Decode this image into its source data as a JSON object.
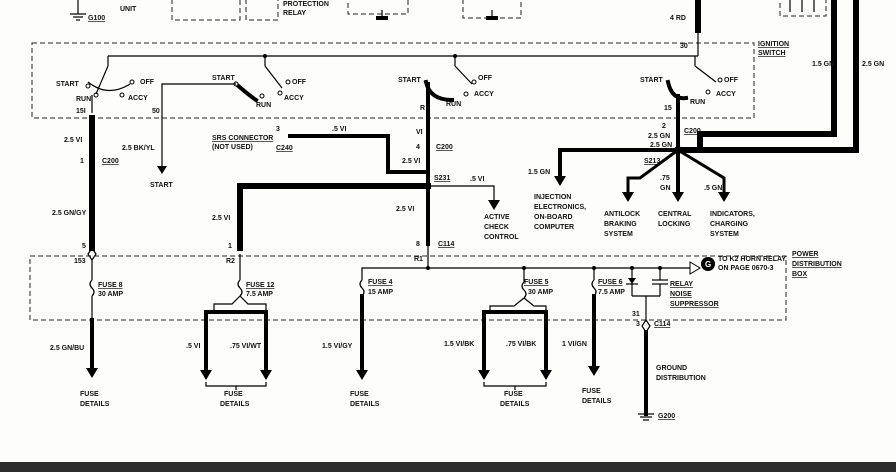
{
  "labels": {
    "top_g100": "G100",
    "top_unit": "UNIT",
    "top_protection": "PROTECTION",
    "top_relay": "RELAY",
    "top_4rd": "4 RD",
    "ignition_switch_1": "IGNITION",
    "ignition_switch_2": "SWITCH",
    "pin_30": "30",
    "w_15gn": "1.5 GN",
    "w_25gn_right": "2.5 GN",
    "start": "START",
    "off": "OFF",
    "run": "RUN",
    "accy": "ACCY",
    "pin_151": "15I",
    "pin_50": "50",
    "pin_r": "R",
    "pin_15": "15",
    "w_25vi": "2.5 VI",
    "w_25bkyl": "2.5 BK/YL",
    "pin_1": "1",
    "c200": "C200",
    "start_out": "START",
    "srs_1": "SRS CONNECTOR",
    "srs_2": "(NOT USED)",
    "c240": "C240",
    "pin_3": "3",
    "w_05vi": ".5 VI",
    "w_vi": "VI",
    "pin_4": "4",
    "pin_2": "2",
    "w_25gn": "2.5 GN",
    "s213": "S213",
    "w_15gn_b": "1.5 GN",
    "inj_1": "INJECTION",
    "inj_2": "ELECTRONICS,",
    "inj_3": "ON-BOARD",
    "inj_4": "COMPUTER",
    "w_75": ".75",
    "w_gn": "GN",
    "w_5gn": ".5 GN",
    "s231": "S231",
    "w_25gngy": "2.5 GN/GY",
    "abs_1": "ANTILOCK",
    "abs_2": "BRAKING",
    "abs_3": "SYSTEM",
    "cl_1": "CENTRAL",
    "cl_2": "LOCKING",
    "ind_1": "INDICATORS,",
    "ind_2": "CHARGING",
    "ind_3": "SYSTEM",
    "acc_1": "ACTIVE",
    "acc_2": "CHECK",
    "acc_3": "CONTROL",
    "pin_5": "5",
    "pin_8": "8",
    "c114": "C114",
    "pin_r2": "R2",
    "pin_r1": "R1",
    "pin_153": "153",
    "pdb_1": "POWER",
    "pdb_2": "DISTRIBUTION",
    "pdb_3": "BOX",
    "k2_1": "TO K2 HORN RELAY",
    "k2_2": "ON PAGE 0670-3",
    "g_circle": "G",
    "fuse8": "FUSE 8",
    "fuse8_a": "30 AMP",
    "fuse12": "FUSE 12",
    "fuse12_a": "7.5 AMP",
    "fuse4": "FUSE 4",
    "fuse4_a": "15 AMP",
    "fuse5": "FUSE 5",
    "fuse5_a": "30 AMP",
    "fuse6": "FUSE 6",
    "fuse6_a": "7.5 AMP",
    "relay_1": "RELAY",
    "relay_2": "NOISE",
    "relay_3": "SUPPRESSOR",
    "pin_31": "31",
    "pin_3b": "3",
    "c114b": "C114",
    "w_25gnbu": "2.5 GN/BU",
    "w_5vi_b": ".5 VI",
    "w_75viwt": ".75 VI/WT",
    "w_15vigy": "1.5 VI/GY",
    "w_15vibk": "1.5 VI/BK",
    "w_75vibk": ".75 VI/BK",
    "w_1vign": "1 VI/GN",
    "gnd_1": "GROUND",
    "gnd_2": "DISTRIBUTION",
    "fd": "FUSE",
    "fd2": "DETAILS",
    "g200": "G200"
  }
}
